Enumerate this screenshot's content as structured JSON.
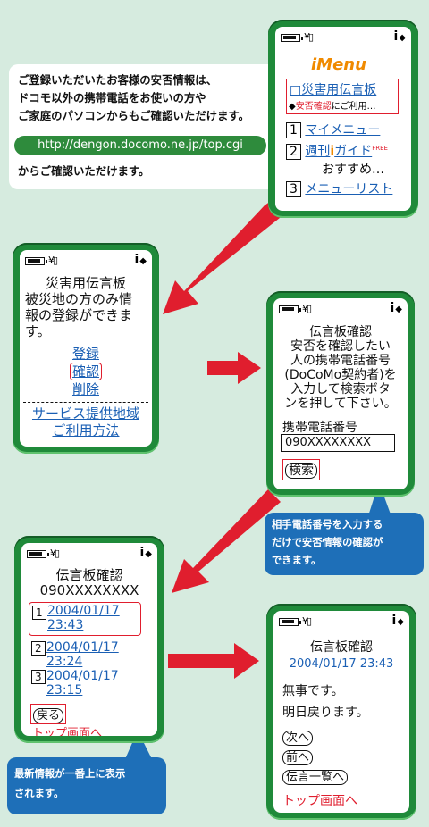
{
  "info_box": {
    "line1": "ご登録いただいたお客様の安否情報は、",
    "line2": "ドコモ以外の携帯電話をお使いの方や",
    "line3": "ご家庭のパソコンからもご確認いただけます。",
    "url": "http://dengon.docomo.ne.jp/top.cgi",
    "line4": "からご確認いただけます。"
  },
  "phone_menu": {
    "logo": "iMenu",
    "item0": "□災害用伝言板",
    "item0_sub_mark": "◆",
    "item0_sub_red": "安否確認",
    "item0_sub_rest": "にご利用…",
    "items": [
      {
        "num": "1",
        "label": "マイメニュー"
      },
      {
        "num": "2",
        "label_a": "週刊",
        "label_b": "ガイド",
        "badge": "FREE"
      },
      {
        "num": "",
        "label": "おすすめ…"
      },
      {
        "num": "3",
        "label": "メニューリスト"
      }
    ]
  },
  "phone_board": {
    "title": "災害用伝言板",
    "desc1": "被災地の方のみ情",
    "desc2": "報の登録ができま",
    "desc3": "す。",
    "links": [
      "登録",
      "確認",
      "削除"
    ],
    "service": "サービス提供地域",
    "usage": "ご利用方法"
  },
  "phone_confirm": {
    "title": "伝言板確認",
    "desc1": "安否を確認したい",
    "desc2": "人の携帯電話番号",
    "desc3": "(DoCoMo契約者)を",
    "desc4": "入力して検索ボタ",
    "desc5": "ンを押して下さい。",
    "field_label": "携帯電話番号",
    "field_value": "090XXXXXXXX",
    "search_button": "検索"
  },
  "callout_input": {
    "line1": "相手電話番号を入力する",
    "line2": "だけで安否情報の確認が",
    "line3": "できます。"
  },
  "phone_list": {
    "title": "伝言板確認",
    "number": "090XXXXXXXX",
    "entries": [
      {
        "num": "1",
        "date": "2004/01/17",
        "time": "23:43"
      },
      {
        "num": "2",
        "date": "2004/01/17",
        "time": "23:24"
      },
      {
        "num": "3",
        "date": "2004/01/17",
        "time": "23:15"
      }
    ],
    "back_button": "戻る",
    "top_link": "トップ画面へ"
  },
  "callout_latest": {
    "line1": "最新情報が一番上に表示",
    "line2": "されます。"
  },
  "phone_detail": {
    "title": "伝言板確認",
    "datetime": "2004/01/17 23:43",
    "msg1": "無事です。",
    "msg2": "明日戻ります。",
    "next_button": "次へ",
    "prev_button": "前へ",
    "list_button": "伝言一覧へ",
    "top_link": "トップ画面へ"
  },
  "colors": {
    "background": "#d6ebdf",
    "phone_body": "#1f8a3a",
    "arrow": "#e01e2e",
    "link": "#1a5fb4",
    "callout": "#1e6fb8",
    "url_pill": "#2e8b3c"
  },
  "icons": [
    "battery-icon",
    "antenna-icon",
    "i-mode-icon",
    "scroll-arrows-icon",
    "arrow-right-icon",
    "arrow-diagonal-icon"
  ]
}
